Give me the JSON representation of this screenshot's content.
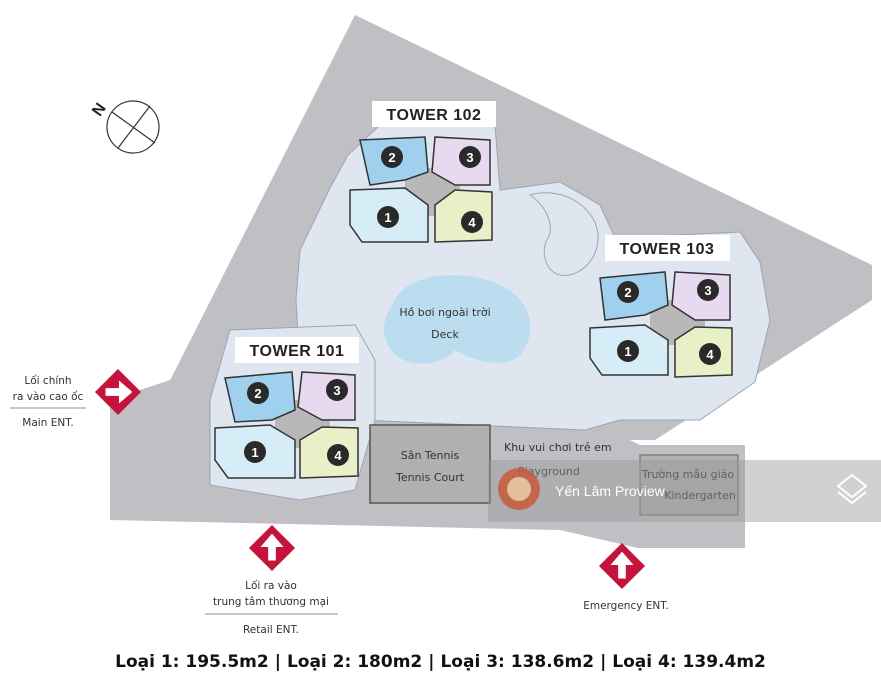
{
  "colors": {
    "ground": "#bfbfc4",
    "site": "#dfe6f0",
    "pool": "#bcdcf0",
    "core": "#b8b8b8",
    "type1": "#d6ecf6",
    "type2": "#9fd0ee",
    "type3": "#e7d9f0",
    "type4": "#e9f0c8",
    "entry": "#c4143c"
  },
  "compass": {
    "letter": "N"
  },
  "towers": [
    {
      "name": "TOWER 101",
      "units": [
        "1",
        "2",
        "3",
        "4"
      ]
    },
    {
      "name": "TOWER 102",
      "units": [
        "1",
        "2",
        "3",
        "4"
      ]
    },
    {
      "name": "TOWER 103",
      "units": [
        "1",
        "2",
        "3",
        "4"
      ]
    }
  ],
  "areas": {
    "pool_line1": "Hồ bơi ngoài trời",
    "pool_line2": "Deck",
    "tennis_line1": "Sân Tennis",
    "tennis_line2": "Tennis Court",
    "playground_line1": "Khu vui chơi trẻ em",
    "playground_line2": "Playground",
    "kinder_line1": "Trường mẫu giáo",
    "kinder_line2": "Kindergarten"
  },
  "entrances": {
    "main_line1": "Lối chính",
    "main_line2": "ra vào cao ốc",
    "main_en": "Main ENT.",
    "retail_line1": "Lối ra vào",
    "retail_line2": "trung tâm thương mại",
    "retail_en": "Retail ENT.",
    "emergency_en": "Emergency ENT."
  },
  "watermark": {
    "text": "Yến Lâm Proview"
  },
  "legend": [
    {
      "label": "Loại 1: 195.5m2"
    },
    {
      "label": "Loại 2: 180m2"
    },
    {
      "label": "Loại 3: 138.6m2"
    },
    {
      "label": "Loại 4: 139.4m2"
    }
  ]
}
